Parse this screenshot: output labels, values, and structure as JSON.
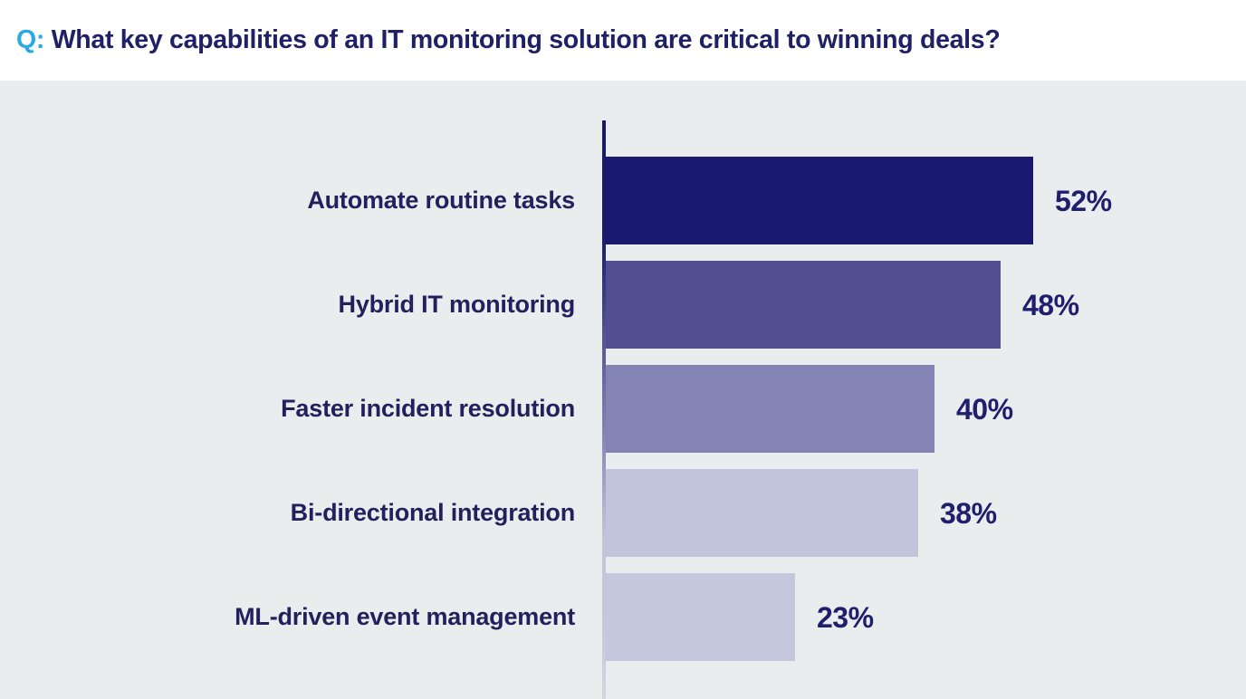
{
  "title": {
    "prefix": "Q:",
    "text": "What key capabilities of an IT monitoring solution are critical to winning deals?",
    "prefix_color": "#29abe2",
    "text_color": "#1f2066"
  },
  "colors": {
    "page_background": "#e9edee",
    "title_background": "#ffffff",
    "value_label": "#1f1f6e",
    "category_label": "#22215e",
    "axis": "#191970"
  },
  "chart_data": {
    "type": "bar",
    "orientation": "horizontal",
    "title": "Q: What key capabilities of an IT monitoring solution are critical to winning deals?",
    "xlabel": "",
    "ylabel": "",
    "xlim": [
      0,
      60
    ],
    "grid": false,
    "legend": "none",
    "categories": [
      "Automate routine tasks",
      "Hybrid IT monitoring",
      "Faster incident resolution",
      "Bi-directional integration",
      "ML-driven event management"
    ],
    "values": [
      52,
      48,
      40,
      38,
      23
    ],
    "value_labels": [
      "52%",
      "48%",
      "40%",
      "38%",
      "23%"
    ],
    "bar_colors": [
      "#191970",
      "#514f91",
      "#8384b4",
      "#c2c4dc",
      "#c5c7dd"
    ],
    "bars": [
      {
        "label": "Automate routine tasks",
        "value": 52,
        "value_label": "52%",
        "color": "#191970"
      },
      {
        "label": "Hybrid IT monitoring",
        "value": 48,
        "value_label": "48%",
        "color": "#514f91"
      },
      {
        "label": "Faster incident resolution",
        "value": 40,
        "value_label": "40%",
        "color": "#8384b4"
      },
      {
        "label": "Bi-directional integration",
        "value": 38,
        "value_label": "38%",
        "color": "#c2c4dc"
      },
      {
        "label": "ML-driven event management",
        "value": 23,
        "value_label": "23%",
        "color": "#c5c7dd"
      }
    ]
  }
}
